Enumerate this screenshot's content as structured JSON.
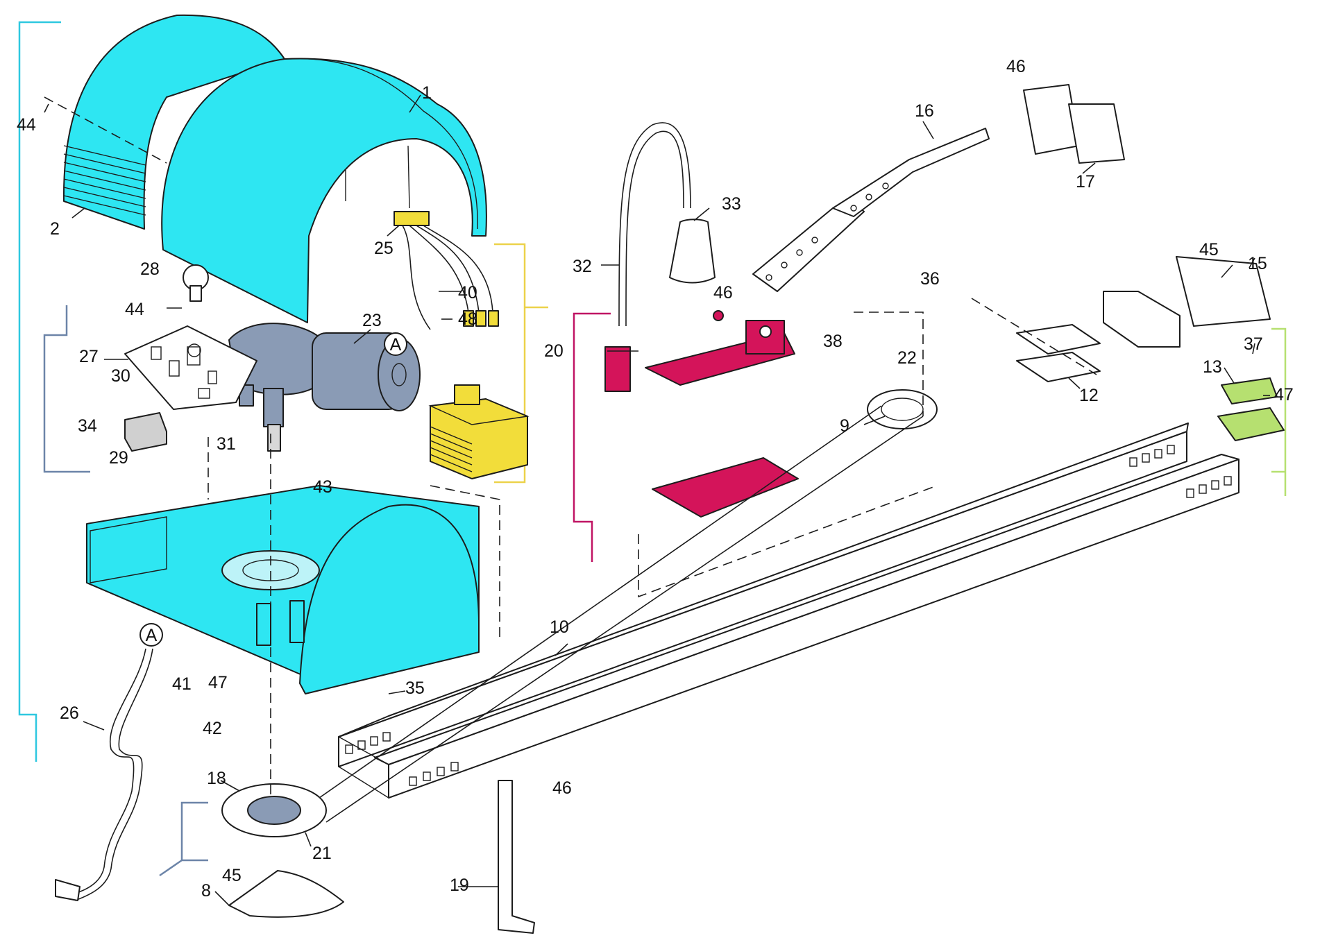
{
  "diagram": {
    "colors": {
      "cover": "#2ee6f2",
      "carriage": "#d4145a",
      "transformer": "#f2dd3a",
      "motor": "#8a9bb5",
      "bracket_green": "#b6e070",
      "steel": "#ffffff",
      "bracket_cyan": "#2ec8e0",
      "bracket_yellow": "#ecd24a",
      "bracket_magenta": "#c01464",
      "bracket_slate": "#6c84a8",
      "bracket_lime": "#b6e070"
    },
    "connector_label": "A",
    "part_labels": {
      "p1": "1",
      "p2": "2",
      "p8": "8",
      "p9": "9",
      "p10": "10",
      "p12": "12",
      "p13": "13",
      "p15": "15",
      "p16": "16",
      "p17": "17",
      "p18": "18",
      "p19": "19",
      "p20": "20",
      "p21": "21",
      "p22": "22",
      "p23": "23",
      "p25": "25",
      "p26": "26",
      "p27": "27",
      "p28": "28",
      "p29": "29",
      "p30": "30",
      "p31": "31",
      "p32": "32",
      "p33": "33",
      "p34": "34",
      "p35": "35",
      "p36": "36",
      "p37": "37",
      "p38": "38",
      "p40": "40",
      "p41": "41",
      "p42": "42",
      "p43": "43",
      "p44a": "44",
      "p44b": "44",
      "p45a": "45",
      "p45b": "45",
      "p46a": "46",
      "p46b": "46",
      "p46c": "46",
      "p47a": "47",
      "p47b": "47",
      "p48": "48"
    }
  }
}
